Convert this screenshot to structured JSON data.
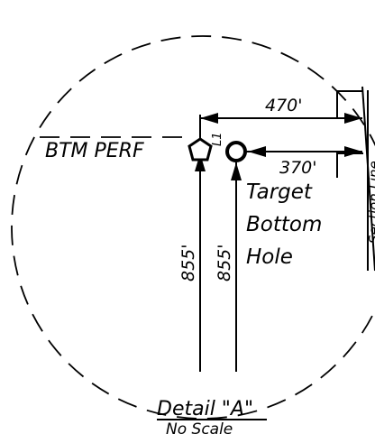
{
  "detail": {
    "title": "Detail \"A\"",
    "subtitle": "No Scale"
  },
  "labels": {
    "btm_perf": "BTM PERF",
    "target_line1": "Target",
    "target_line2": "Bottom",
    "target_line3": "Hole",
    "section_line": "Section Line",
    "l1_marker": "L1"
  },
  "dimensions": {
    "dim_470": "470'",
    "dim_370": "370'",
    "dim_855_left": "855'",
    "dim_855_right": "855'"
  }
}
